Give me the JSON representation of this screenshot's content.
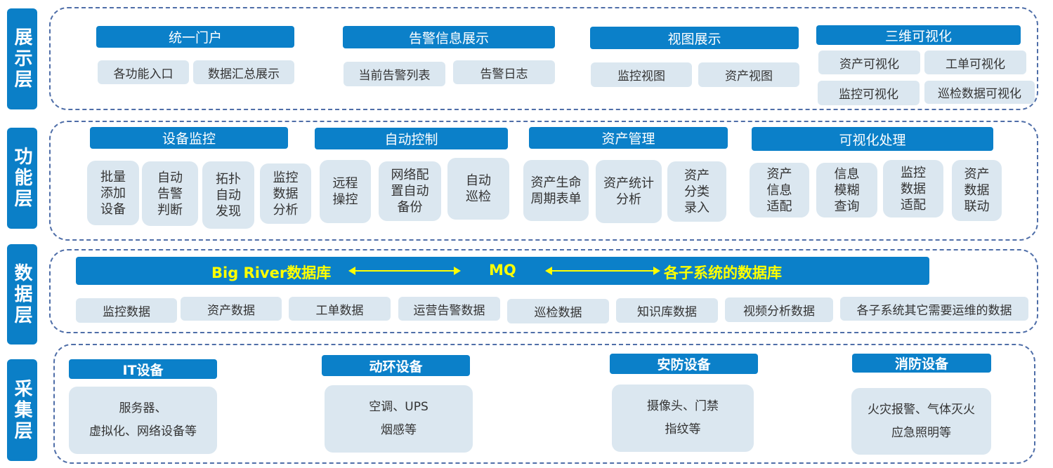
{
  "layers": {
    "display": "展示层",
    "function": "功能层",
    "data": "数据层",
    "collect": "采集层"
  },
  "display": {
    "groups": [
      {
        "title": "统一门户",
        "items": [
          "各功能入口",
          "数据汇总展示"
        ]
      },
      {
        "title": "告警信息展示",
        "items": [
          "当前告警列表",
          "告警日志"
        ]
      },
      {
        "title": "视图展示",
        "items": [
          "监控视图",
          "资产视图"
        ]
      },
      {
        "title": "三维可视化",
        "items": [
          "资产可视化",
          "工单可视化",
          "监控可视化",
          "巡检数据可视化"
        ]
      }
    ]
  },
  "function": {
    "groups": [
      {
        "title": "设备监控",
        "items": [
          "批量添加设备",
          "自动告警判断",
          "拓扑自动发现",
          "监控数据分析"
        ]
      },
      {
        "title": "自动控制",
        "items": [
          "远程操控",
          "网络配置自动备份",
          "自动巡检"
        ]
      },
      {
        "title": "资产管理",
        "items": [
          "资产生命周期表单",
          "资产统计分析",
          "资产分类录入"
        ]
      },
      {
        "title": "可视化处理",
        "items": [
          "资产信息适配",
          "信息模糊查询",
          "监控数据适配",
          "资产数据联动"
        ]
      }
    ]
  },
  "data": {
    "bar": {
      "left": "Big River数据库",
      "middle": "MQ",
      "right": "各子系统的数据库"
    },
    "items": [
      "监控数据",
      "资产数据",
      "工单数据",
      "运营告警数据",
      "巡检数据",
      "知识库数据",
      "视频分析数据",
      "各子系统其它需要运维的数据"
    ]
  },
  "collect": {
    "groups": [
      {
        "title": "IT设备",
        "lines": [
          "服务器、",
          "虚拟化、网络设备等"
        ]
      },
      {
        "title": "动环设备",
        "lines": [
          "空调、UPS",
          "烟感等"
        ]
      },
      {
        "title": "安防设备",
        "lines": [
          "摄像头、门禁",
          "指纹等"
        ]
      },
      {
        "title": "消防设备",
        "lines": [
          "火灾报警、气体灭火",
          "应急照明等"
        ]
      }
    ]
  }
}
